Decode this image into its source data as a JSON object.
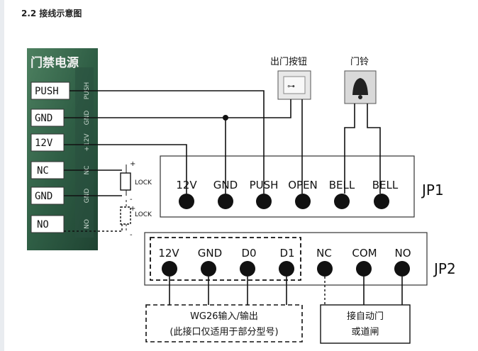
{
  "section_title": "2.2 接线示意图",
  "power_supply": {
    "title": "门禁电源",
    "terminals": [
      "PUSH",
      "GND",
      "12V",
      "NC",
      "GND",
      "NO"
    ],
    "silk_labels": [
      "PUSH",
      "GND",
      "+12V",
      "NC",
      "GND",
      "NO"
    ]
  },
  "lock_labels": [
    "LOCK",
    "LOCK"
  ],
  "polarity": [
    "+",
    "-",
    "+",
    "-"
  ],
  "exit_button": {
    "label": "出门按钮"
  },
  "doorbell": {
    "label": "门铃"
  },
  "jp1": {
    "name": "JP1",
    "pins": [
      "12V",
      "GND",
      "PUSH",
      "OPEN",
      "BELL",
      "BELL"
    ]
  },
  "jp2": {
    "name": "JP2",
    "pins": [
      "12V",
      "GND",
      "D0",
      "D1",
      "NC",
      "COM",
      "NO"
    ]
  },
  "wg26_box": {
    "line1": "WG26输入/输出",
    "line2": "(此接口仅适用于部分型号)"
  },
  "auto_door_box": {
    "line1": "接自动门",
    "line2": "或道闸"
  },
  "colors": {
    "board_green": "#3a6b50",
    "wire": "#111111",
    "background": "#ffffff"
  }
}
